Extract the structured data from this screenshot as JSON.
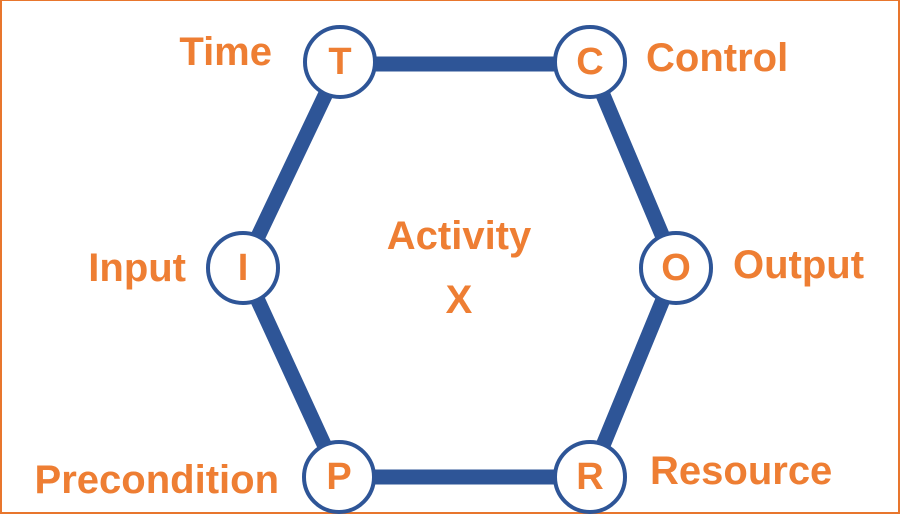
{
  "diagram": {
    "center_title": "Activity",
    "center_subtitle": "X",
    "nodes": [
      {
        "id": "T",
        "letter": "T",
        "label": "Time"
      },
      {
        "id": "C",
        "letter": "C",
        "label": "Control"
      },
      {
        "id": "O",
        "letter": "O",
        "label": "Output"
      },
      {
        "id": "R",
        "letter": "R",
        "label": "Resource"
      },
      {
        "id": "P",
        "letter": "P",
        "label": "Precondition"
      },
      {
        "id": "I",
        "letter": "I",
        "label": "Input"
      }
    ],
    "edges": [
      [
        "T",
        "C"
      ],
      [
        "C",
        "O"
      ],
      [
        "O",
        "R"
      ],
      [
        "R",
        "P"
      ],
      [
        "P",
        "I"
      ],
      [
        "I",
        "T"
      ]
    ],
    "colors": {
      "edge": "#2e5597",
      "text": "#ee7e33",
      "frame": "#e8762d"
    }
  }
}
